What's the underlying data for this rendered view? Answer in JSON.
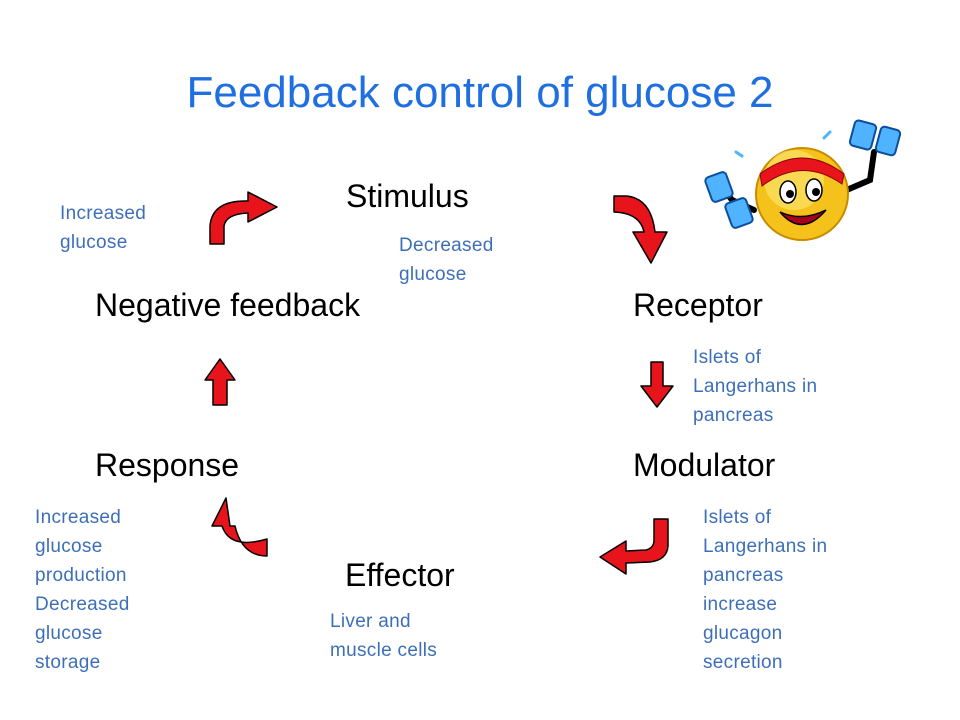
{
  "title": "Feedback control of glucose 2",
  "stages": {
    "stimulus": "Stimulus",
    "receptor": "Receptor",
    "modulator": "Modulator",
    "effector": "Effector",
    "response": "Response",
    "negative_feedback": "Negative feedback"
  },
  "notes": {
    "increased_glucose": [
      "Increased",
      "glucose"
    ],
    "decreased_glucose": [
      "Decreased",
      "glucose"
    ],
    "receptor_detail": [
      "Islets of",
      "Langerhans in",
      "pancreas"
    ],
    "modulator_detail": [
      "Islets of",
      "Langerhans in",
      "pancreas",
      "increase",
      "glucagon",
      "secretion"
    ],
    "effector_detail": [
      "Liver and",
      "muscle cells"
    ],
    "response_detail": [
      "Increased",
      "glucose",
      "production",
      "Decreased",
      "glucose",
      "storage"
    ]
  },
  "colors": {
    "title": "#1f6fe0",
    "note": "#3d6fb8",
    "arrow_fill": "#e8141b",
    "arrow_stroke": "#000000"
  },
  "icons": {
    "mascot": "smiley-weightlifter-icon"
  }
}
